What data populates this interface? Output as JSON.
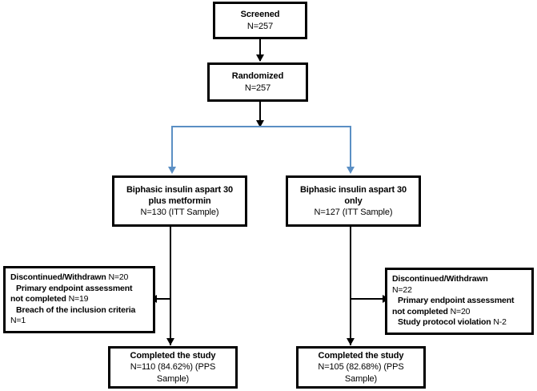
{
  "diagram": {
    "type": "flowchart",
    "title": "CONSORT participant flow diagram",
    "accent_color": "#5B8FC4",
    "box_border_color": "#000000",
    "background_color": "#FFFFFF"
  },
  "nodes": {
    "screened": {
      "title": "Screened",
      "count": "N=257"
    },
    "randomized": {
      "title": "Randomized",
      "count": "N=257"
    },
    "arm_left": {
      "title_line1": "Biphasic insulin aspart 30",
      "title_line2": "plus metformin",
      "count": "N=130 (ITT Sample)"
    },
    "arm_right": {
      "title_line1": "Biphasic insulin aspart 30",
      "title_line2": "only",
      "count": "N=127 (ITT Sample)"
    },
    "discontinued_left": {
      "line1_bold": "Discontinued/Withdrawn",
      "line1_plain": " N=20",
      "line2_bold": "Primary endpoint assessment",
      "line3_bold": "not completed",
      "line3_plain": " N=19",
      "line4_bold": "Breach of the inclusion criteria",
      "line5_plain": "N=1"
    },
    "discontinued_right": {
      "line1_bold": "Discontinued/Withdrawn",
      "line2_plain": "N=22",
      "line3_bold": "Primary endpoint assessment",
      "line4_bold": "not completed",
      "line4_plain": " N=20",
      "line5_bold": "Study protocol violation",
      "line5_plain": " N-2"
    },
    "completed_left": {
      "title": "Completed the study",
      "count_line1": "N=110 (84.62%) (PPS",
      "count_line2": "Sample)"
    },
    "completed_right": {
      "title": "Completed the study",
      "count_line1": "N=105 (82.68%) (PPS",
      "count_line2": "Sample)"
    }
  }
}
